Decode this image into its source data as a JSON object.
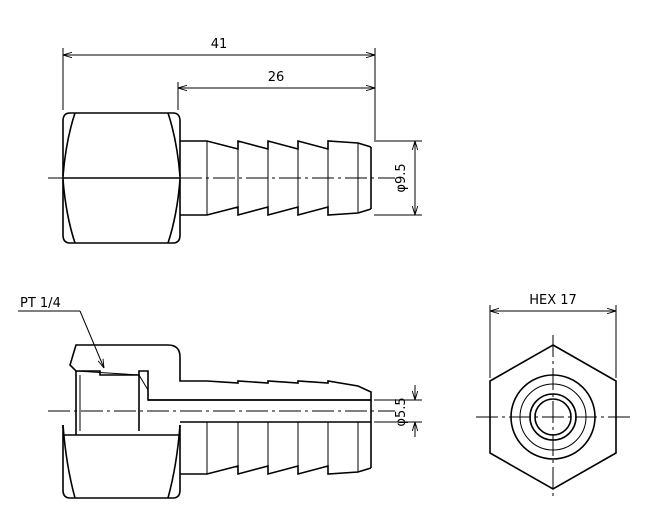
{
  "dimensions": {
    "overall_length": "41",
    "barb_length": "26",
    "outer_diameter": "φ9.5",
    "inner_diameter": "φ5.5",
    "hex_size": "HEX 17",
    "thread": "PT 1/4"
  },
  "views": [
    "top-view",
    "section-view",
    "end-view"
  ]
}
